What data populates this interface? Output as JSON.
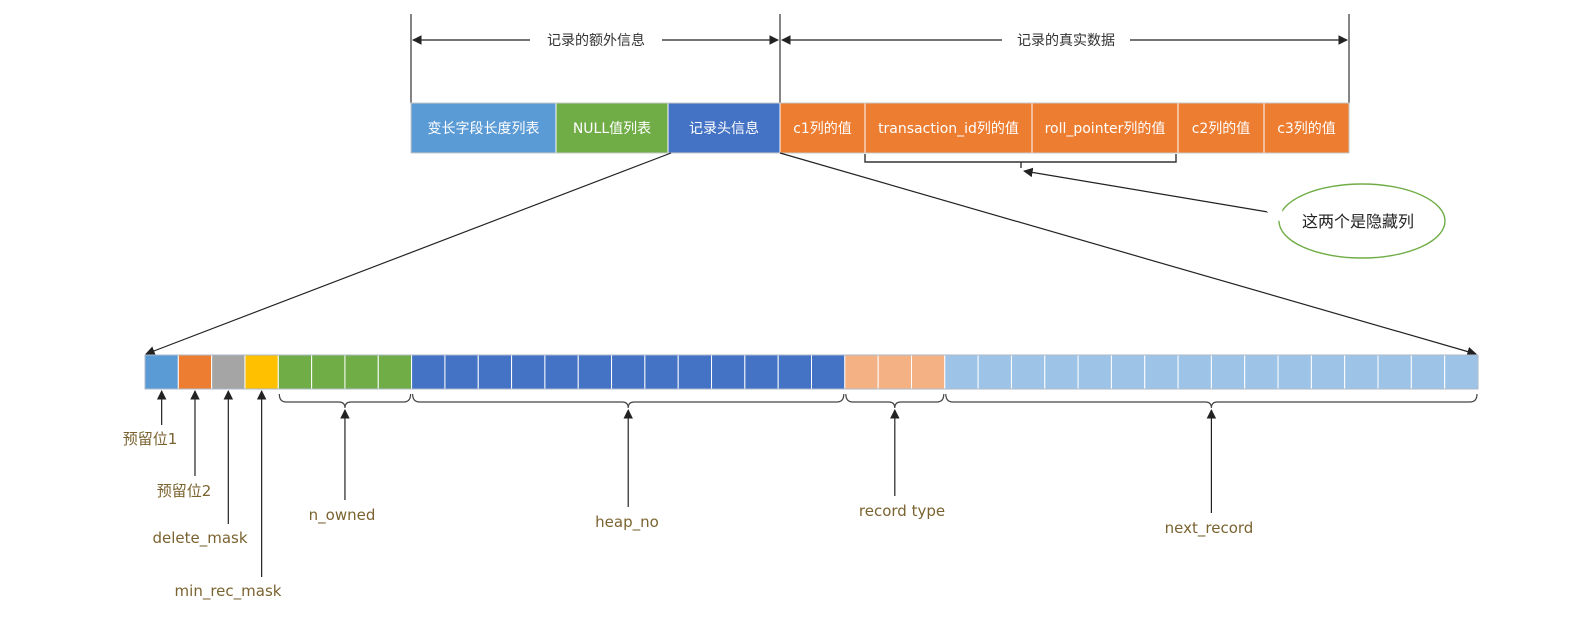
{
  "top_spans": {
    "extra_info": "记录的额外信息",
    "real_data": "记录的真实数据"
  },
  "segments": [
    {
      "id": "var-len",
      "label": "变长字段长度列表",
      "color": "#5b9bd5"
    },
    {
      "id": "null-list",
      "label": "NULL值列表",
      "color": "#70ad47"
    },
    {
      "id": "record-header",
      "label": "记录头信息",
      "color": "#4472c4"
    },
    {
      "id": "c1",
      "label": "c1列的值",
      "color": "#ed7d31"
    },
    {
      "id": "transaction-id",
      "label": "transaction_id列的值",
      "color": "#ed7d31"
    },
    {
      "id": "roll-pointer",
      "label": "roll_pointer列的值",
      "color": "#ed7d31"
    },
    {
      "id": "c2",
      "label": "c2列的值",
      "color": "#ed7d31"
    },
    {
      "id": "c3",
      "label": "c3列的值",
      "color": "#ed7d31"
    }
  ],
  "hidden_note": "这两个是隐藏列",
  "bubble_border_color": "#70ad47",
  "header_bits": {
    "groups": [
      {
        "id": "reserved1",
        "name": "预留位1",
        "bits": 1,
        "color": "#5b9bd5"
      },
      {
        "id": "reserved2",
        "name": "预留位2",
        "bits": 1,
        "color": "#ed7d31"
      },
      {
        "id": "delete-mask",
        "name": "delete_mask",
        "bits": 1,
        "color": "#a5a5a5"
      },
      {
        "id": "min-rec-mask",
        "name": "min_rec_mask",
        "bits": 1,
        "color": "#ffc000"
      },
      {
        "id": "n-owned",
        "name": "n_owned",
        "bits": 4,
        "color": "#70ad47"
      },
      {
        "id": "heap-no",
        "name": "heap_no",
        "bits": 13,
        "color": "#4472c4"
      },
      {
        "id": "record-type",
        "name": "record type",
        "bits": 3,
        "color": "#f4b183"
      },
      {
        "id": "next-record",
        "name": "next_record",
        "bits": 16,
        "color": "#9dc3e6"
      }
    ]
  },
  "label_color": "#7a6330"
}
